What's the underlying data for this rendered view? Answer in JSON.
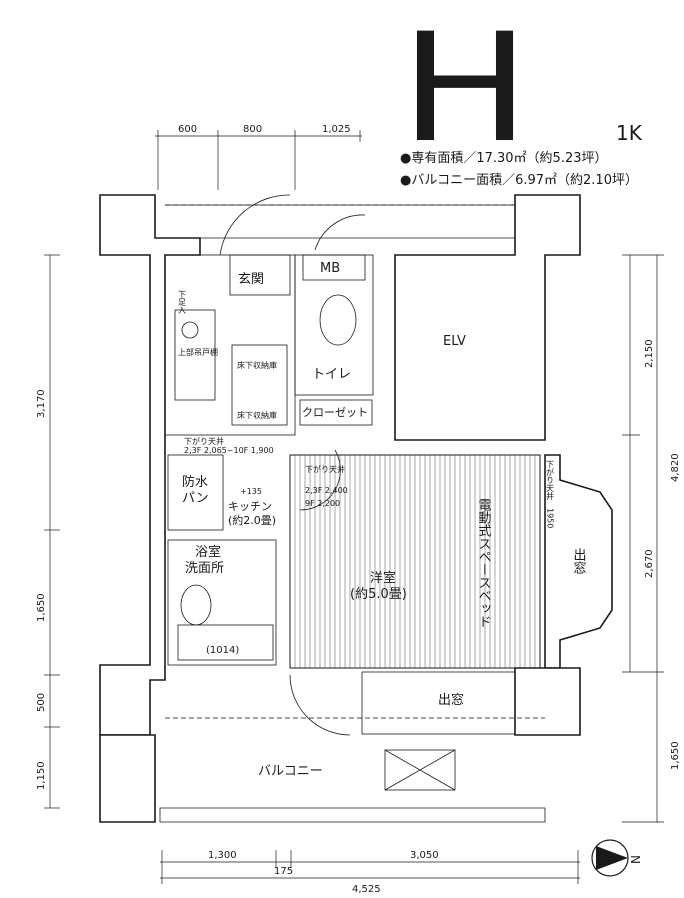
{
  "header": {
    "plan_letter": "H",
    "layout_type": "1K",
    "private_area": "●専有面積／17.30㎡（約5.23坪）",
    "balcony_area": "●バルコニー面積／6.97㎡（約2.10坪）"
  },
  "dimensions": {
    "top": [
      "600",
      "800",
      "1,025"
    ],
    "left": [
      "3,170",
      "1,650",
      "500",
      "1,150"
    ],
    "right": [
      "2,150",
      "4,820",
      "2,670",
      "1,650"
    ],
    "bottom": [
      "1,300",
      "175",
      "3,050",
      "4,525"
    ]
  },
  "rooms": {
    "entrance": "玄関",
    "mb": "MB",
    "elv": "ELV",
    "toilet": "トイレ",
    "closet": "クローゼット",
    "shoe_box": "下足入",
    "upper_cabinet": "上部吊戸棚",
    "underfloor_1": "床下収納庫",
    "underfloor_2": "床下収納庫",
    "waterproof_pan_line1": "防水",
    "waterproof_pan_line2": "パン",
    "kitchen_line1": "キッチン",
    "kitchen_line2": "(約2.0畳)",
    "bath_line1": "浴室",
    "bath_line2": "洗面所",
    "bath_unit": "(1014)",
    "western_line1": "洋室",
    "western_line2": "(約5.0畳)",
    "bed": "電動式スペースベッド",
    "bay_window_side": "出窓",
    "bay_window_bottom": "出窓",
    "balcony": "バルコニー",
    "lowered_ceiling_right": "下がり天井　1950"
  },
  "notes": {
    "ceiling_left_1": "下がり天井",
    "ceiling_left_2": "2,3F 2,065~10F 1,900",
    "ceiling_door_1": "下がり天井",
    "ceiling_door_2": "2,3F 2,400",
    "ceiling_door_3": "9F 2,200",
    "height_mark": "+135"
  },
  "compass": {
    "north_label": "N"
  }
}
